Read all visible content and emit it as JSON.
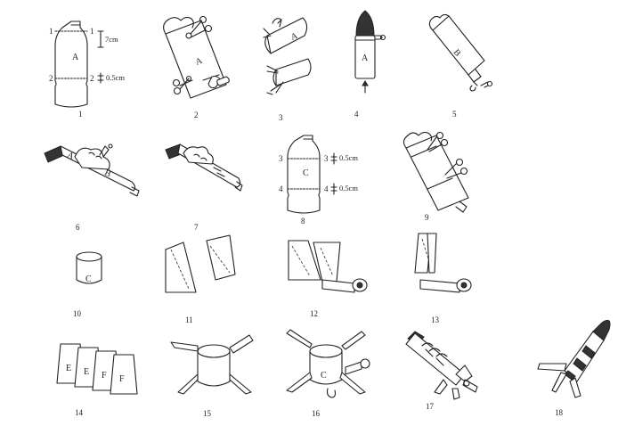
{
  "steps": [
    {
      "number": "1"
    },
    {
      "number": "2"
    },
    {
      "number": "3"
    },
    {
      "number": "4"
    },
    {
      "number": "5"
    },
    {
      "number": "6"
    },
    {
      "number": "7"
    },
    {
      "number": "8"
    },
    {
      "number": "9"
    },
    {
      "number": "10"
    },
    {
      "number": "11"
    },
    {
      "number": "12"
    },
    {
      "number": "13"
    },
    {
      "number": "14"
    },
    {
      "number": "15"
    },
    {
      "number": "16"
    },
    {
      "number": "17"
    },
    {
      "number": "18"
    }
  ],
  "labels": {
    "bottle_a": "A",
    "bottle_b": "B",
    "bottle_c": "C",
    "cylinder_c": "C",
    "fin_e1": "E",
    "fin_e2": "E",
    "fin_f1": "F",
    "fin_f2": "F",
    "line_1_left": "1",
    "line_1_right": "1",
    "line_2_left": "2",
    "line_2_right": "2",
    "line_3_left": "3",
    "line_3_right": "3",
    "line_4_left": "4",
    "line_4_right": "4"
  },
  "dimensions": {
    "cut_top_a": "7cm",
    "cut_bottom_a": "0.5cm",
    "cut_top_c": "0.5cm",
    "cut_bottom_c": "0.5cm"
  },
  "icons": [
    "scissors-icon",
    "bottle-cap-icon",
    "tape-roll-icon",
    "arrow-up-icon",
    "rocket-icon"
  ]
}
